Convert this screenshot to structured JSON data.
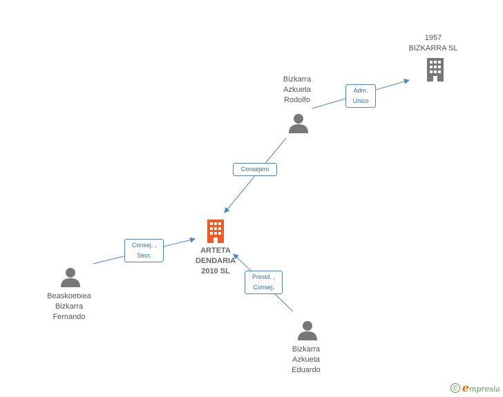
{
  "nodes": {
    "bizkarra_sl": {
      "label": "1957\nBIZKARRA  SL",
      "icon": "building-icon",
      "color": "#777777"
    },
    "rodolfo": {
      "label": "Bizkarra\nAzkueta\nRodolfo",
      "icon": "person-icon",
      "color": "#777777"
    },
    "arteta": {
      "label": "ARTETA\nDENDARIA\n2010 SL",
      "icon": "building-icon",
      "color": "#f05a28"
    },
    "fernando": {
      "label": "Beaskoetxea\nBizkarra\nFernando",
      "icon": "person-icon",
      "color": "#777777"
    },
    "eduardo": {
      "label": "Bizkarra\nAzkueta\nEduardo",
      "icon": "person-icon",
      "color": "#777777"
    }
  },
  "edges": {
    "adm_unico": {
      "label": "Adm.\nUnico"
    },
    "consejero": {
      "label": "Consejero"
    },
    "consej_secr": {
      "label": "Consej. ,\nSecr."
    },
    "presid_consej": {
      "label": "Presid. ,\nConsej."
    }
  },
  "footer": {
    "copyright_symbol": "©",
    "brand_initial": "e",
    "brand_rest": "mpresia"
  },
  "colors": {
    "edge_line": "#4a86c8",
    "main_company": "#f05a28",
    "node_icon": "#777777"
  }
}
